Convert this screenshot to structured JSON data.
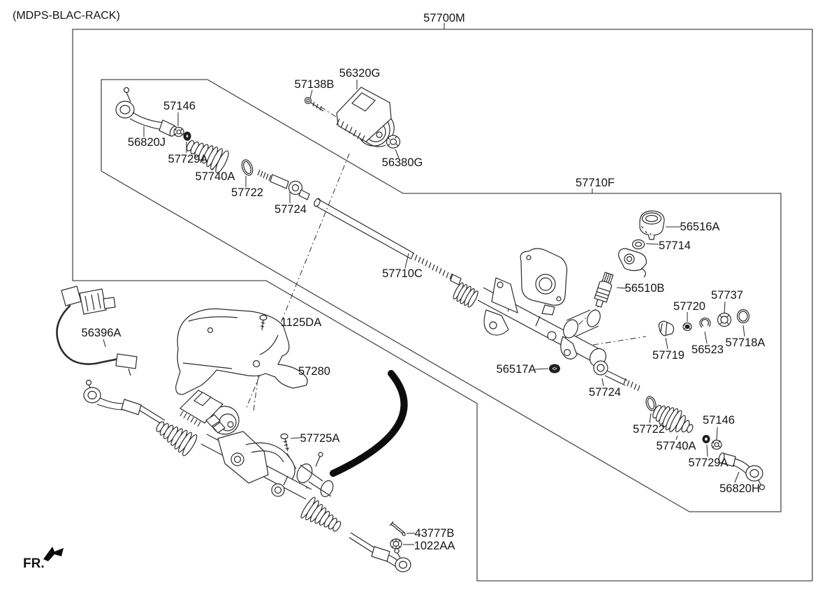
{
  "header": {
    "title": "(MDPS-BLAC-RACK)"
  },
  "orientation": {
    "fr": "FR."
  },
  "labels": {
    "p57700M": "57700M",
    "p57710F": "57710F",
    "p56320G": "56320G",
    "p57138B": "57138B",
    "p56380G": "56380G",
    "p56820J": "56820J",
    "p57146_upper": "57146",
    "p57729A_upper": "57729A",
    "p57740A_upper": "57740A",
    "p57722_upper": "57722",
    "p57724_upper": "57724",
    "p57710C": "57710C",
    "p56516A": "56516A",
    "p57714": "57714",
    "p56510B": "56510B",
    "p57720": "57720",
    "p57737": "57737",
    "p57719": "57719",
    "p56523": "56523",
    "p57718A": "57718A",
    "p56517A": "56517A",
    "p57724_lower": "57724",
    "p57722_lower": "57722",
    "p57740A_lower": "57740A",
    "p57146_lower": "57146",
    "p57729A_lower": "57729A",
    "p56820H": "56820H",
    "p56396A": "56396A",
    "p1125DA": "1125DA",
    "p57280": "57280",
    "p57725A": "57725A",
    "p43777B": "43777B",
    "p1022AA": "1022AA"
  }
}
